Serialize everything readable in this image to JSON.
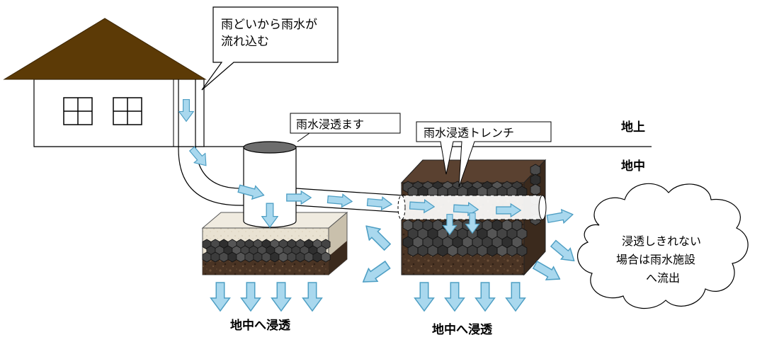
{
  "labels": {
    "callout_downspout_line1": "雨どいから雨水が",
    "callout_downspout_line2": "流れ込む",
    "infiltration_basin": "雨水浸透ます",
    "infiltration_trench": "雨水浸透トレンチ",
    "above_ground": "地上",
    "underground": "地中",
    "infiltrate_left": "地中へ浸透",
    "infiltrate_right": "地中へ浸透",
    "overflow_line1": "浸透しきれない",
    "overflow_line2": "場合は雨水施設",
    "overflow_line3": "へ流出"
  },
  "colors": {
    "roof": "#5c3a06",
    "soil": "#4a3424",
    "gravel": "#3a3a3a",
    "sand": "#e8e0d0",
    "water_arrow": "#a9d8ee",
    "water_arrow_edge": "#4f9fc4",
    "line": "#000000"
  },
  "icons": {
    "water_arrow": "water-flow-arrow-icon",
    "window": "window-icon"
  }
}
